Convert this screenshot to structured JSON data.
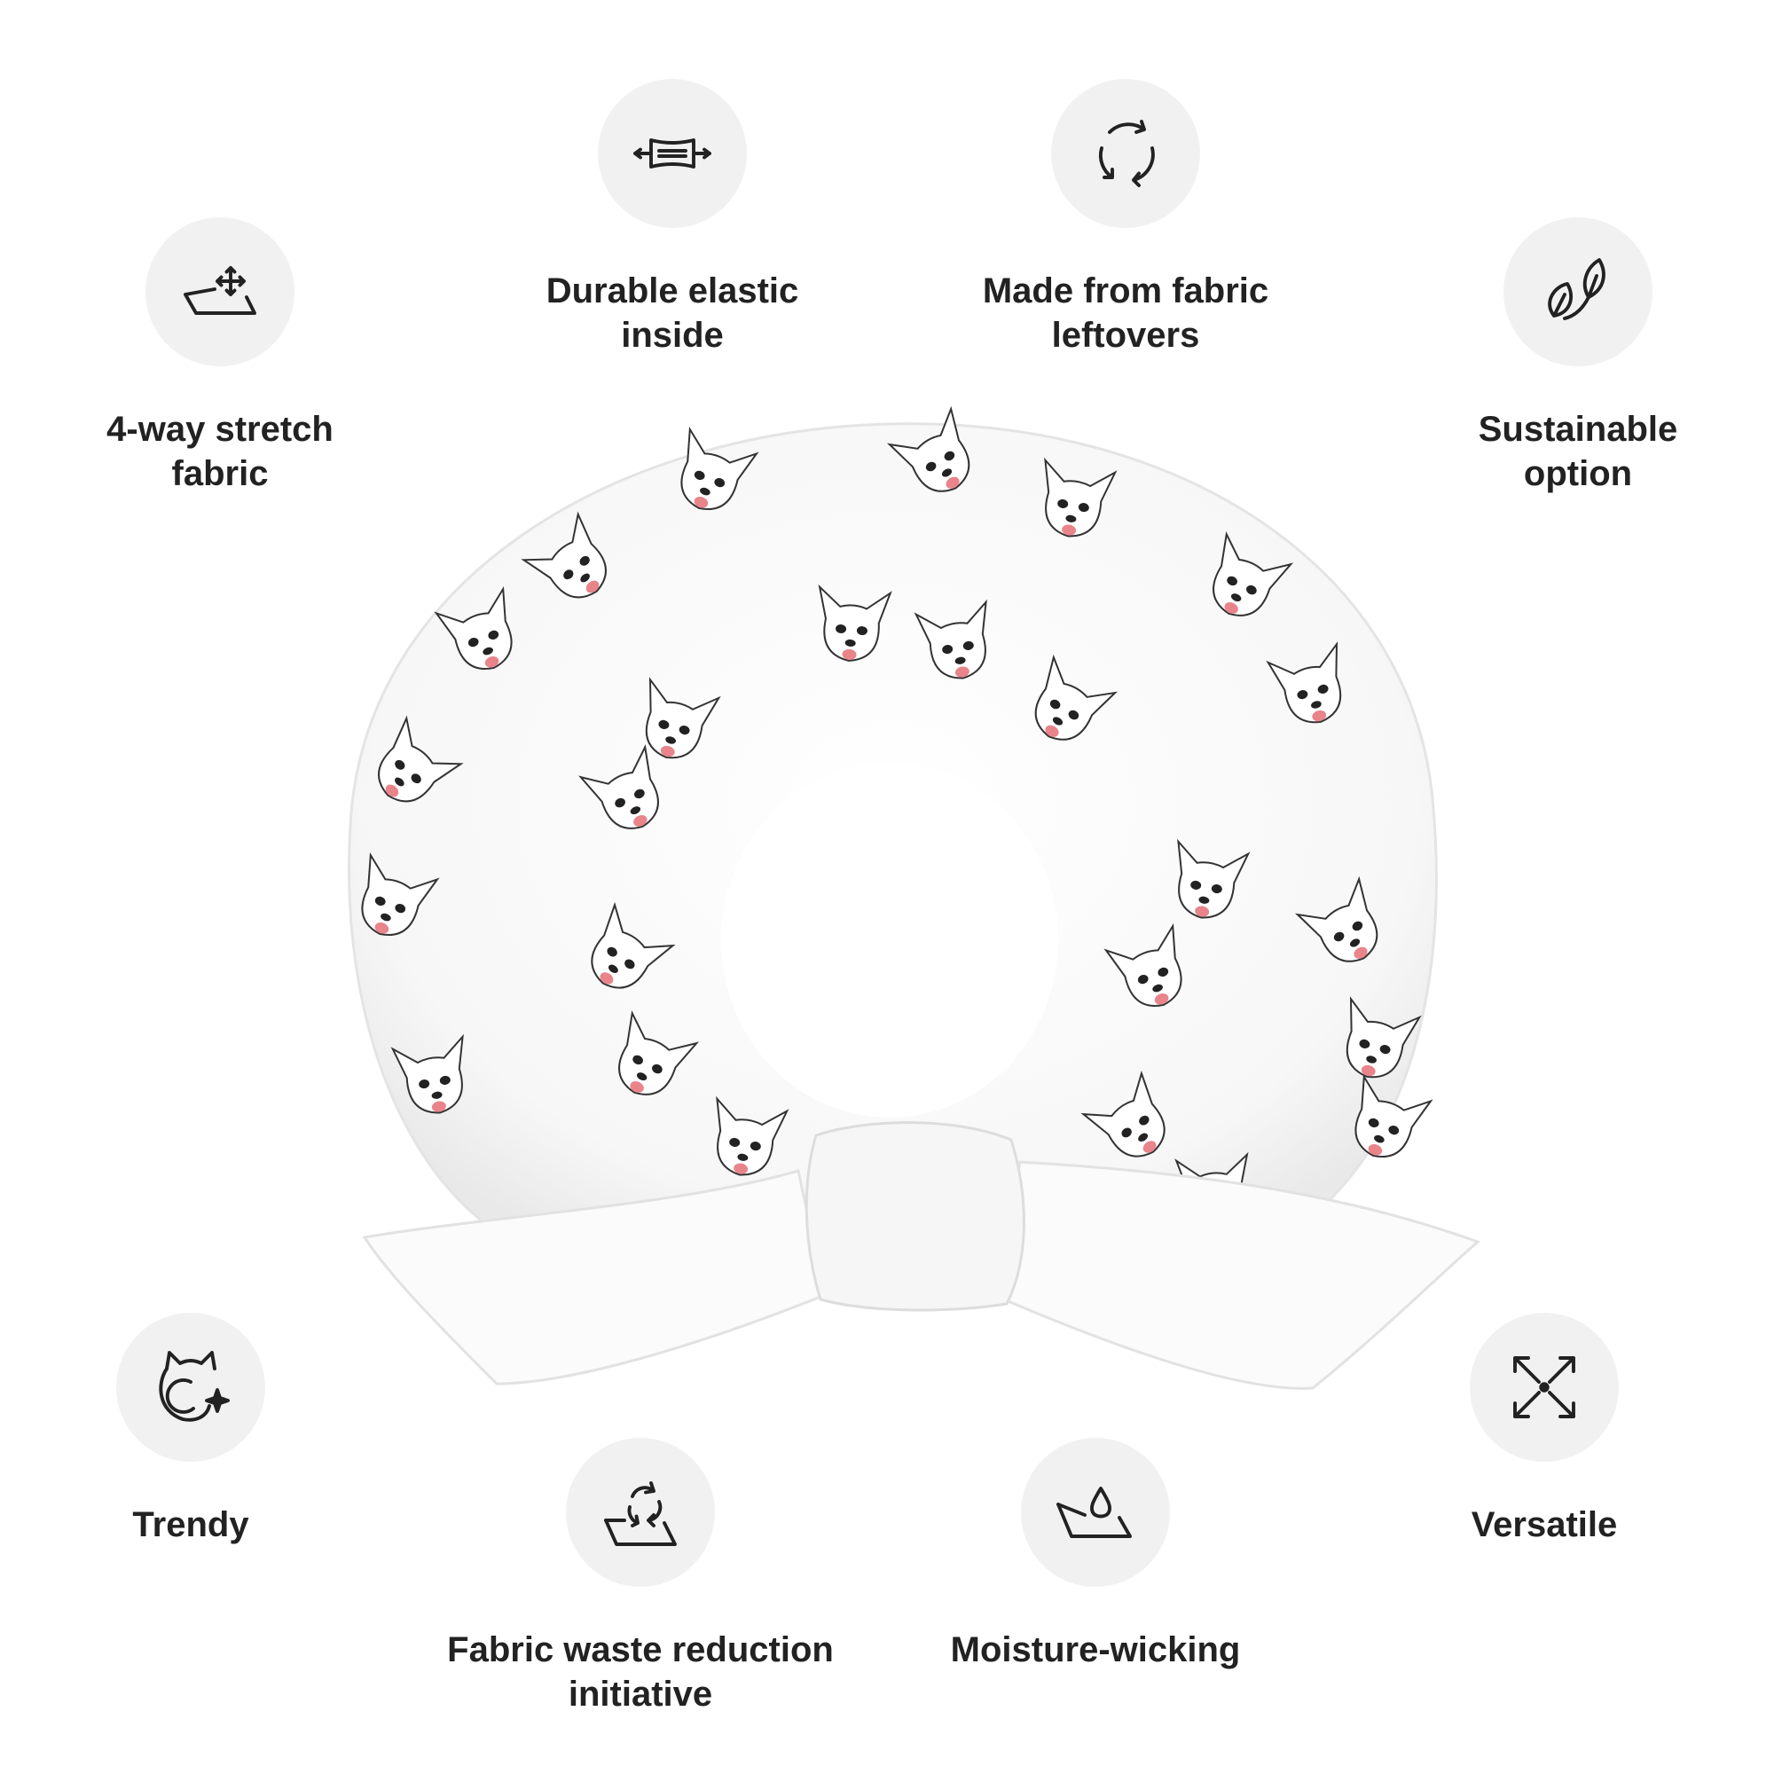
{
  "features": [
    {
      "id": "stretch",
      "label": "4-way stretch\nfabric",
      "icon": "stretch-fabric-icon"
    },
    {
      "id": "elastic",
      "label": "Durable elastic\ninside",
      "icon": "elastic-icon"
    },
    {
      "id": "leftovers",
      "label": "Made from fabric\nleftovers",
      "icon": "recycle-icon"
    },
    {
      "id": "sustainable",
      "label": "Sustainable\noption",
      "icon": "leaf-icon"
    },
    {
      "id": "trendy",
      "label": "Trendy",
      "icon": "trendy-cat-sparkle-icon"
    },
    {
      "id": "waste",
      "label": "Fabric waste reduction\ninitiative",
      "icon": "fabric-recycle-icon"
    },
    {
      "id": "moisture",
      "label": "Moisture-wicking",
      "icon": "water-drop-fabric-icon"
    },
    {
      "id": "versatile",
      "label": "Versatile",
      "icon": "expand-arrows-icon"
    }
  ],
  "colors": {
    "circle": "#f1f1f1",
    "text": "#222222",
    "tongue": "#e8848a",
    "signature": "#e0457b"
  }
}
